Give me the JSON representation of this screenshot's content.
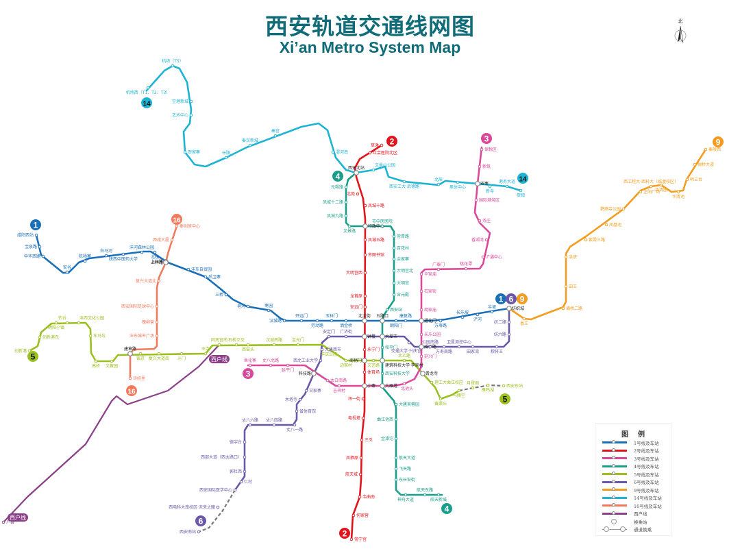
{
  "header": {
    "title": "西安轨道交通线网图",
    "subtitle": "Xi’an Metro System Map",
    "compass": "北"
  },
  "colors": {
    "l1": "#1a6fb9",
    "l2": "#e1141c",
    "l3": "#d9489a",
    "l4": "#1a9e8c",
    "l5": "#9abf1f",
    "l6": "#6a57a8",
    "l9": "#f39c1f",
    "l14": "#1db3d3",
    "l16": "#f27a5c",
    "xh": "#8a3f88",
    "transfer": "#888888",
    "planned": "#777777"
  },
  "badges": {
    "l1": "1",
    "l2": "2",
    "l3": "3",
    "l4": "4",
    "l5": "5",
    "l6": "6",
    "l9": "9",
    "l14": "14",
    "l16": "16",
    "xh": "西户线"
  },
  "stations": {
    "l1": [
      "咸阳西站",
      "宝泉路",
      "中华西路",
      "安谷",
      "陈杨寨",
      "白马河",
      "陕西中医药大学",
      "沣河森林公园",
      "北槐",
      "上林路",
      "沣东自贸园",
      "后卫寨",
      "三桥",
      "皂河",
      "枣园",
      "汉城路",
      "开远门",
      "劳动路",
      "玉祥门",
      "洒金桥",
      "北大街",
      "五路口",
      "朝阳门",
      "康复路",
      "通化门",
      "万寿路",
      "长乐坡",
      "浐河",
      "半坡",
      "纺织城"
    ],
    "l2": [
      "草滩",
      "红会医院北区",
      "西安北站",
      "北苑",
      "凤城十路",
      "行政中心",
      "凤城五路",
      "市图书馆",
      "大明宫西",
      "龙首原",
      "安远门",
      "北大街",
      "钟楼",
      "永宁门",
      "南稍门",
      "体育场",
      "小寨",
      "纬一街",
      "电视塔",
      "三爻",
      "凤栖原",
      "航天城",
      "韦曲南",
      "何家营",
      "常宁宫"
    ],
    "l3": [
      "保税区",
      "新筑",
      "双寨",
      "国际港务区",
      "务庄",
      "香湖湾",
      "浐灞中心",
      "桃花潭",
      "广泰门",
      "辛家庙",
      "石家街",
      "胡家庙",
      "通化门",
      "长乐公园",
      "咸宁路",
      "延兴门",
      "青龙寺",
      "北池头",
      "大雁塔",
      "小寨",
      "吉祥村",
      "太白南路",
      "科技路",
      "延平门",
      "丈八北路",
      "鱼化寨"
    ],
    "l4": [
      "西安北站",
      "元朔路",
      "凤城十二路",
      "凤城九路",
      "文景路",
      "行政中心",
      "市中医医院",
      "常青路",
      "百花村",
      "余家寨",
      "大明宫北",
      "大明宫",
      "含元殿",
      "西安站",
      "五路口",
      "大差市",
      "和平门",
      "建筑科技大学·李家村",
      "西安科技大学",
      "大雁塔",
      "大唐芙蓉园",
      "曲江池西",
      "金滹沱",
      "航天大道",
      "飞天路",
      "东长安街",
      "神舟大道",
      "航天东路",
      "航天新城"
    ],
    "l5": [
      "创新港",
      "创新港东",
      "明阳小镇",
      "钓台",
      "沣西文化公园",
      "车马坑",
      "高桥",
      "文教园",
      "建章路",
      "镐京",
      "复兴大道南",
      "斗门",
      "王寺",
      "阿房宫南",
      "石桥立交",
      "西窑头",
      "汉城南路",
      "金光门",
      "丰庆公园",
      "边家村",
      "南稍门",
      "文艺路",
      "建筑科技大学·李家村",
      "太乙路",
      "青龙寺",
      "理工大曲江校区",
      "黄渠头",
      "马腾空",
      "月登阁",
      "雁鸣湖",
      "西安东站"
    ],
    "l6": [
      "纺织城",
      "纺二路",
      "纺六路",
      "穆将王",
      "田家湾",
      "卫星测控中心",
      "万寿南路",
      "公园南路",
      "咸宁路",
      "交通大学·兴庆宫",
      "大差市",
      "钟楼",
      "广济街",
      "安定门",
      "大唐西市",
      "西北工业大学",
      "科技路",
      "甘家寨",
      "木塔寺",
      "省体育馆",
      "丈八一路",
      "丈八四路",
      "丈八六路",
      "德宇台",
      "西部大道（西太路口）",
      "郭杜西",
      "仁村",
      "西安国际医学中心",
      "西电科大南校区·未来之瞳",
      "西安南站"
    ],
    "l9": [
      "纺织城",
      "香王",
      "灞桥二路",
      "田王",
      "洪庆",
      "紫霞三路",
      "凤凰池",
      "鹦鹉寺公园",
      "芷阳广场",
      "西工程大·西科大（临潼校区）",
      "华清园",
      "华清池",
      "韩三台",
      "骊桥大道",
      "秦陵西"
    ],
    "l14": [
      "机场西（T1、T2、T3）",
      "机场（T5）",
      "空港新城",
      "艺术中心",
      "贺家寨",
      "长陵",
      "秦汉新城",
      "秦宫",
      "渭河南",
      "西安北站",
      "文景山公园",
      "西安工大·武德路",
      "北辰",
      "奥体中心",
      "双寨",
      "新寺",
      "港务大道",
      "贺韶"
    ],
    "l16": [
      "秦创原中心",
      "西咸大厦",
      "上林路",
      "复兴大道北",
      "西安国际足球中心",
      "槐柳营",
      "沣东城市广场",
      "建章路",
      "诗经里"
    ],
    "xh": [
      "阿房宫南",
      "户县"
    ]
  },
  "legend": {
    "title": "图例",
    "items": [
      {
        "key": "l1",
        "label": "1号线及车站"
      },
      {
        "key": "l2",
        "label": "2号线及车站"
      },
      {
        "key": "l3",
        "label": "3号线及车站"
      },
      {
        "key": "l4",
        "label": "4号线及车站"
      },
      {
        "key": "l5",
        "label": "5号线及车站"
      },
      {
        "key": "l6",
        "label": "6号线及车站"
      },
      {
        "key": "l9",
        "label": "9号线及车站"
      },
      {
        "key": "l14",
        "label": "14号线及车站"
      },
      {
        "key": "l16",
        "label": "16号线及车站"
      },
      {
        "key": "xh",
        "label": "西户线"
      }
    ],
    "transfer_label": "换乘站",
    "walk_transfer_label": "通道换乘"
  }
}
